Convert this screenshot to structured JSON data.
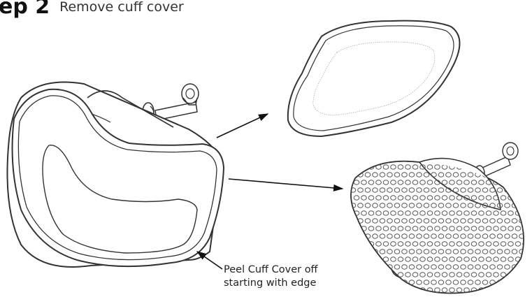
{
  "heading": {
    "step_number": "ep 2",
    "step_title": "Remove cuff cover"
  },
  "callout": {
    "line1": "Peel Cuff Cover off",
    "line2": "starting with edge"
  }
}
